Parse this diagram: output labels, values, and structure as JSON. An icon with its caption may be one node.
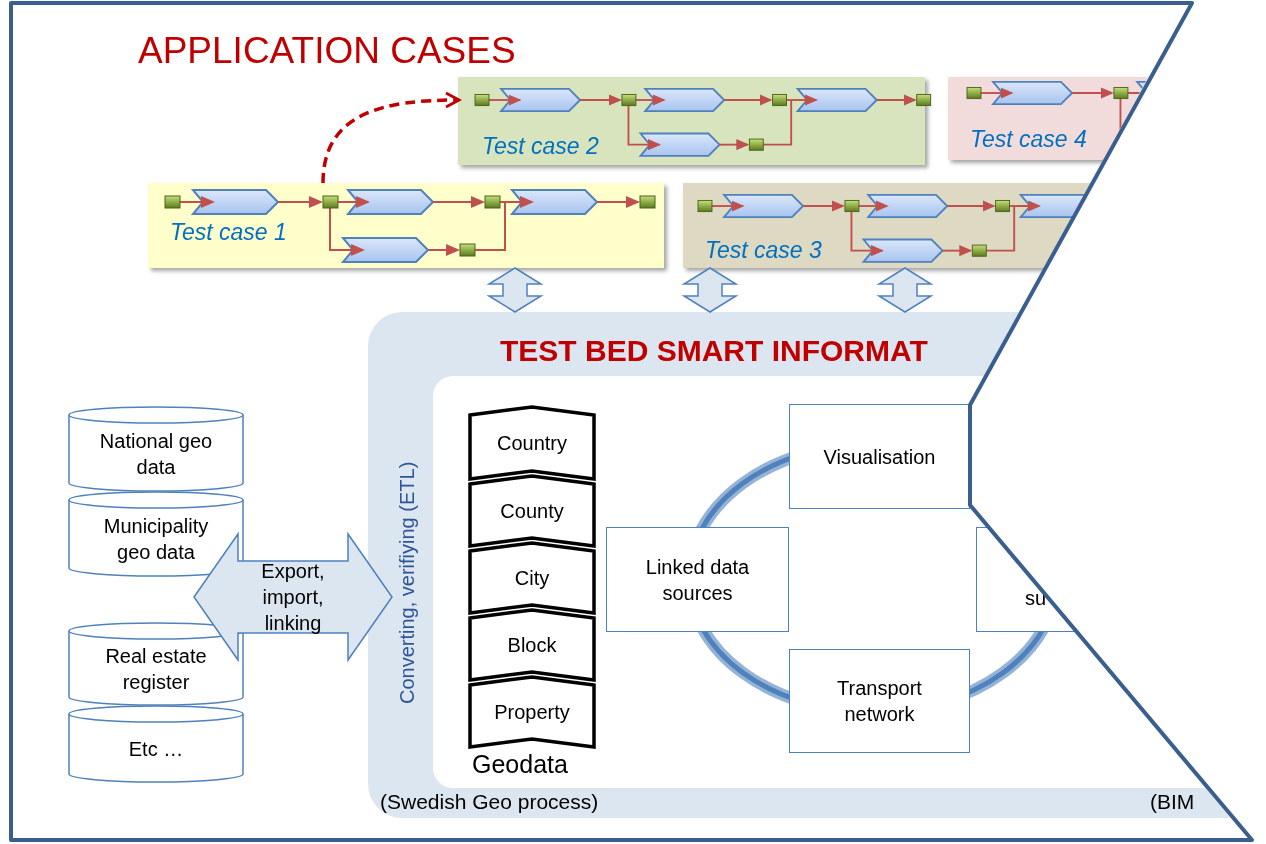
{
  "diagram": {
    "title": "APPLICATION CASES",
    "nodes": [
      {
        "text": [
          "Test case 2"
        ]
      },
      {
        "text": [
          "Test case 4"
        ]
      },
      {
        "text": [
          "Test case 1"
        ]
      },
      {
        "text": [
          "Test case 3"
        ]
      },
      {
        "text": [
          "TEST BED SMART INFORMAT",
          "Converting, verifiying (ETL)",
          "(Swedish Geo process)",
          "(BIM"
        ]
      },
      {
        "text": [],
        "shape": "box",
        "in": 4
      },
      {
        "text": [
          "Country"
        ],
        "in": 5
      },
      {
        "text": [
          "County"
        ],
        "in": 5
      },
      {
        "text": [
          "City"
        ],
        "in": 5
      },
      {
        "text": [
          "Block"
        ],
        "in": 5
      },
      {
        "text": [
          "Property"
        ],
        "in": 5
      },
      {
        "text": [
          "Linked data sources"
        ],
        "in": 5
      },
      {
        "text": [
          "Visualisation"
        ],
        "in": 5
      },
      {
        "text": [
          "su"
        ],
        "in": 5
      },
      {
        "text": [
          "Transport network"
        ],
        "in": 5
      },
      {
        "text": [
          "National geo data"
        ]
      },
      {
        "text": [
          "Municipality geo data"
        ]
      },
      {
        "text": [
          "Real estate register"
        ]
      },
      {
        "text": [
          "Etc …"
        ]
      },
      {
        "text": [
          "Export, import, linking"
        ]
      }
    ],
    "edges": [
      {
        "from": 2,
        "to": 0,
        "arrow": "to",
        "style": "dashed",
        "color": "#c00000"
      },
      {
        "from": 2,
        "to": 4,
        "arrow": "both",
        "style": "thick"
      },
      {
        "from": 3,
        "to": 4,
        "arrow": "both",
        "style": "thick"
      },
      {
        "from": 3,
        "to": 4,
        "arrow": "both",
        "style": "thick"
      }
    ],
    "labels": [
      "Geodata"
    ]
  }
}
